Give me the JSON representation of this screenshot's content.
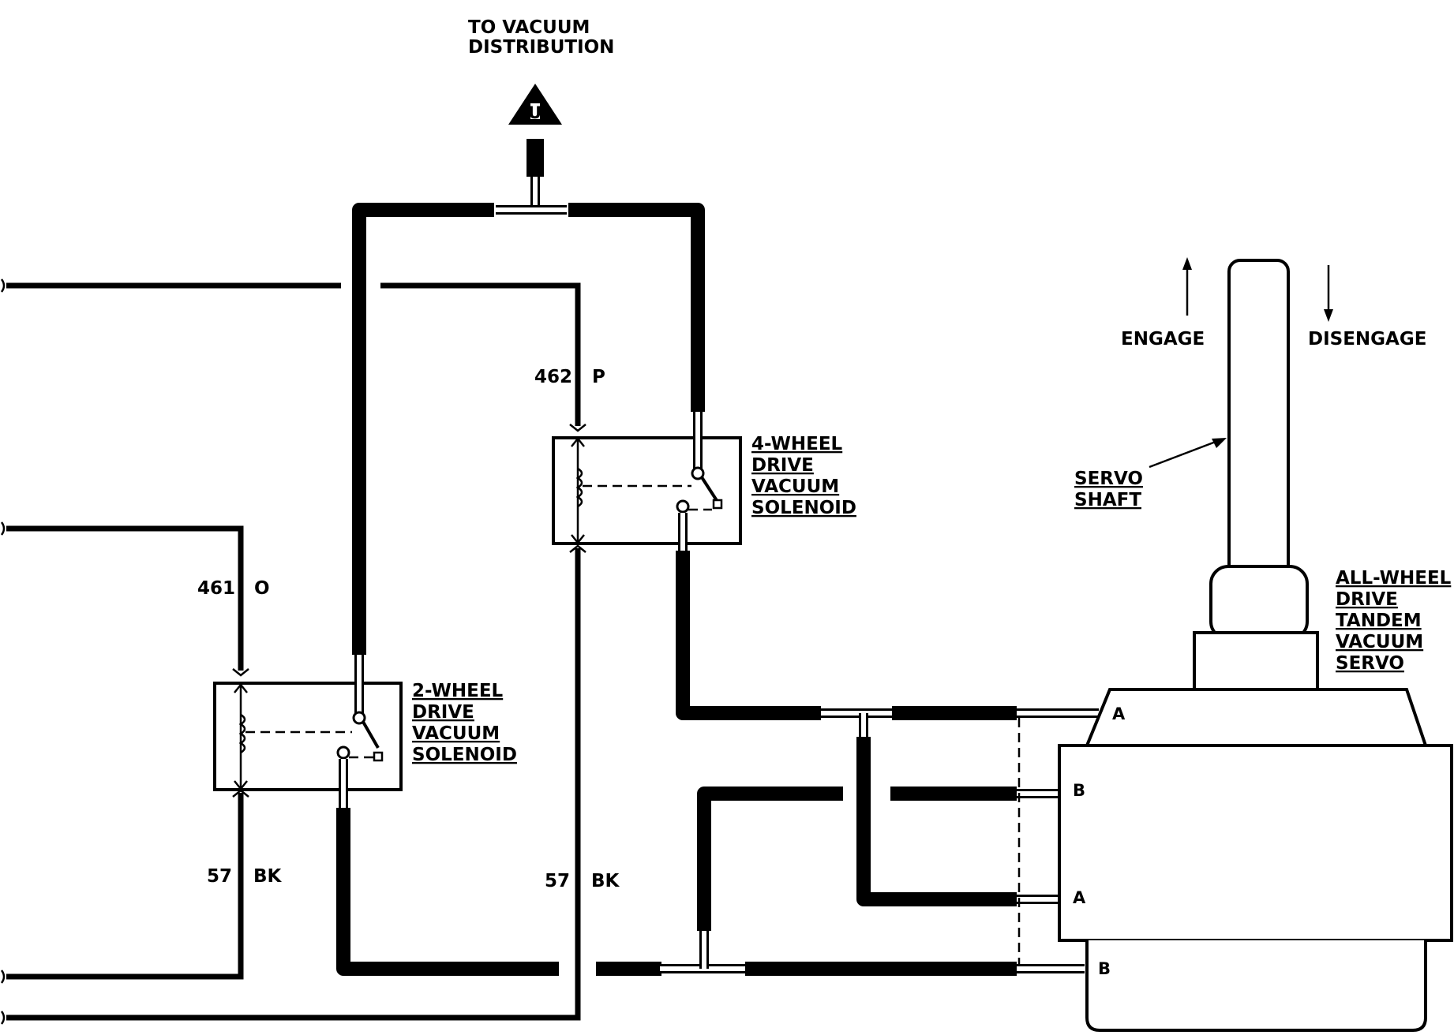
{
  "vacuum_distribution": {
    "label_line1": "TO VACUUM",
    "label_line2": "DISTRIBUTION",
    "connector_letter": "U"
  },
  "wires": {
    "w462_number": "462",
    "w462_color": "P",
    "w461_number": "461",
    "w461_color": "O",
    "w57_left_number": "57",
    "w57_left_color": "BK",
    "w57_right_number": "57",
    "w57_right_color": "BK"
  },
  "solenoid_4wd": {
    "line1": "4-WHEEL",
    "line2": "DRIVE",
    "line3": "VACUUM",
    "line4": "SOLENOID"
  },
  "solenoid_2wd": {
    "line1": "2-WHEEL",
    "line2": "DRIVE",
    "line3": "VACUUM",
    "line4": "SOLENOID"
  },
  "servo": {
    "line1": "ALL-WHEEL",
    "line2": "DRIVE",
    "line3": "TANDEM",
    "line4": "VACUUM",
    "line5": "SERVO",
    "shaft_line1": "SERVO",
    "shaft_line2": "SHAFT",
    "engage": "ENGAGE",
    "disengage": "DISENGAGE",
    "ports": [
      "A",
      "B",
      "A",
      "B"
    ]
  }
}
